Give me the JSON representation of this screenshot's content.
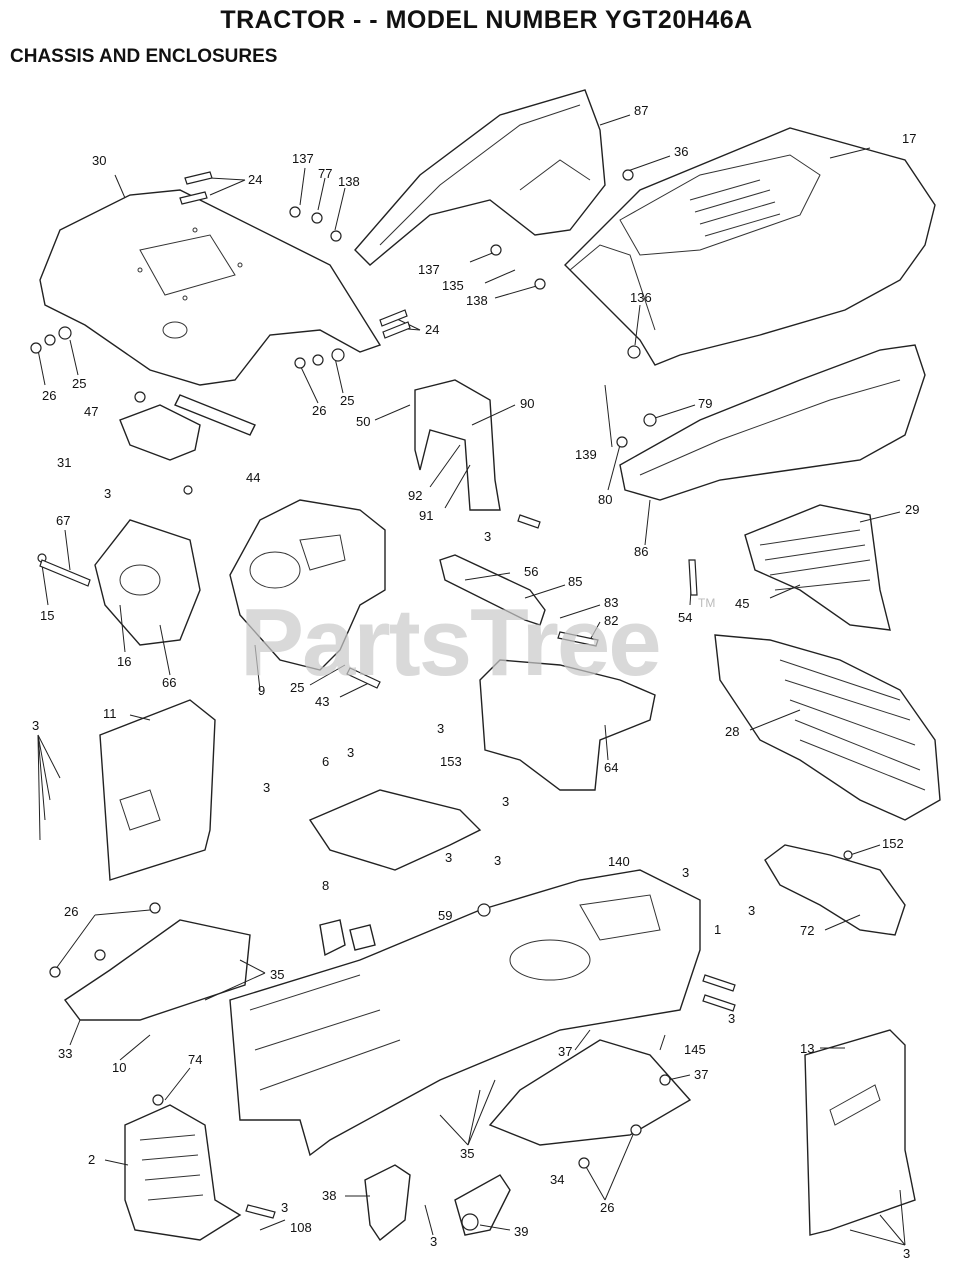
{
  "header": {
    "title": "TRACTOR - - MODEL NUMBER YGT20H46A",
    "subtitle": "CHASSIS AND ENCLOSURES"
  },
  "watermark": {
    "text": "PartsTree",
    "tm": "TM"
  },
  "parts": [
    {
      "id": "17",
      "label": "17"
    },
    {
      "id": "87",
      "label": "87"
    },
    {
      "id": "36",
      "label": "36"
    },
    {
      "id": "30",
      "label": "30"
    },
    {
      "id": "24a",
      "label": "24"
    },
    {
      "id": "24b",
      "label": "24"
    },
    {
      "id": "137a",
      "label": "137"
    },
    {
      "id": "77",
      "label": "77"
    },
    {
      "id": "138a",
      "label": "138"
    },
    {
      "id": "137b",
      "label": "137"
    },
    {
      "id": "135",
      "label": "135"
    },
    {
      "id": "138b",
      "label": "138"
    },
    {
      "id": "136",
      "label": "136"
    },
    {
      "id": "26a",
      "label": "26"
    },
    {
      "id": "25a",
      "label": "25"
    },
    {
      "id": "26b",
      "label": "26"
    },
    {
      "id": "25b",
      "label": "25"
    },
    {
      "id": "47",
      "label": "47"
    },
    {
      "id": "44",
      "label": "44"
    },
    {
      "id": "31",
      "label": "31"
    },
    {
      "id": "3a",
      "label": "3"
    },
    {
      "id": "50",
      "label": "50"
    },
    {
      "id": "90",
      "label": "90"
    },
    {
      "id": "92",
      "label": "92"
    },
    {
      "id": "91",
      "label": "91"
    },
    {
      "id": "3b",
      "label": "3"
    },
    {
      "id": "79",
      "label": "79"
    },
    {
      "id": "139",
      "label": "139"
    },
    {
      "id": "80",
      "label": "80"
    },
    {
      "id": "86",
      "label": "86"
    },
    {
      "id": "29",
      "label": "29"
    },
    {
      "id": "54",
      "label": "54"
    },
    {
      "id": "45",
      "label": "45"
    },
    {
      "id": "67",
      "label": "67"
    },
    {
      "id": "15",
      "label": "15"
    },
    {
      "id": "16",
      "label": "16"
    },
    {
      "id": "66",
      "label": "66"
    },
    {
      "id": "9",
      "label": "9"
    },
    {
      "id": "25c",
      "label": "25"
    },
    {
      "id": "43",
      "label": "43"
    },
    {
      "id": "56",
      "label": "56"
    },
    {
      "id": "85",
      "label": "85"
    },
    {
      "id": "83",
      "label": "83"
    },
    {
      "id": "82",
      "label": "82"
    },
    {
      "id": "64",
      "label": "64"
    },
    {
      "id": "28",
      "label": "28"
    },
    {
      "id": "11",
      "label": "11"
    },
    {
      "id": "3c",
      "label": "3"
    },
    {
      "id": "3d",
      "label": "3"
    },
    {
      "id": "3e",
      "label": "3"
    },
    {
      "id": "153",
      "label": "153"
    },
    {
      "id": "3f",
      "label": "3"
    },
    {
      "id": "6",
      "label": "6"
    },
    {
      "id": "3g",
      "label": "3"
    },
    {
      "id": "3h",
      "label": "3"
    },
    {
      "id": "152",
      "label": "152"
    },
    {
      "id": "72",
      "label": "72"
    },
    {
      "id": "3i",
      "label": "3"
    },
    {
      "id": "140",
      "label": "140"
    },
    {
      "id": "3j",
      "label": "3"
    },
    {
      "id": "8",
      "label": "8"
    },
    {
      "id": "59",
      "label": "59"
    },
    {
      "id": "3k",
      "label": "3"
    },
    {
      "id": "1",
      "label": "1"
    },
    {
      "id": "3l",
      "label": "3"
    },
    {
      "id": "26c",
      "label": "26"
    },
    {
      "id": "35a",
      "label": "35"
    },
    {
      "id": "33",
      "label": "33"
    },
    {
      "id": "10",
      "label": "10"
    },
    {
      "id": "37a",
      "label": "37"
    },
    {
      "id": "145",
      "label": "145"
    },
    {
      "id": "37b",
      "label": "37"
    },
    {
      "id": "13",
      "label": "13"
    },
    {
      "id": "74",
      "label": "74"
    },
    {
      "id": "2",
      "label": "2"
    },
    {
      "id": "35b",
      "label": "35"
    },
    {
      "id": "34",
      "label": "34"
    },
    {
      "id": "26d",
      "label": "26"
    },
    {
      "id": "3m",
      "label": "3"
    },
    {
      "id": "108",
      "label": "108"
    },
    {
      "id": "38",
      "label": "38"
    },
    {
      "id": "3n",
      "label": "3"
    },
    {
      "id": "39",
      "label": "39"
    },
    {
      "id": "3o",
      "label": "3"
    }
  ]
}
